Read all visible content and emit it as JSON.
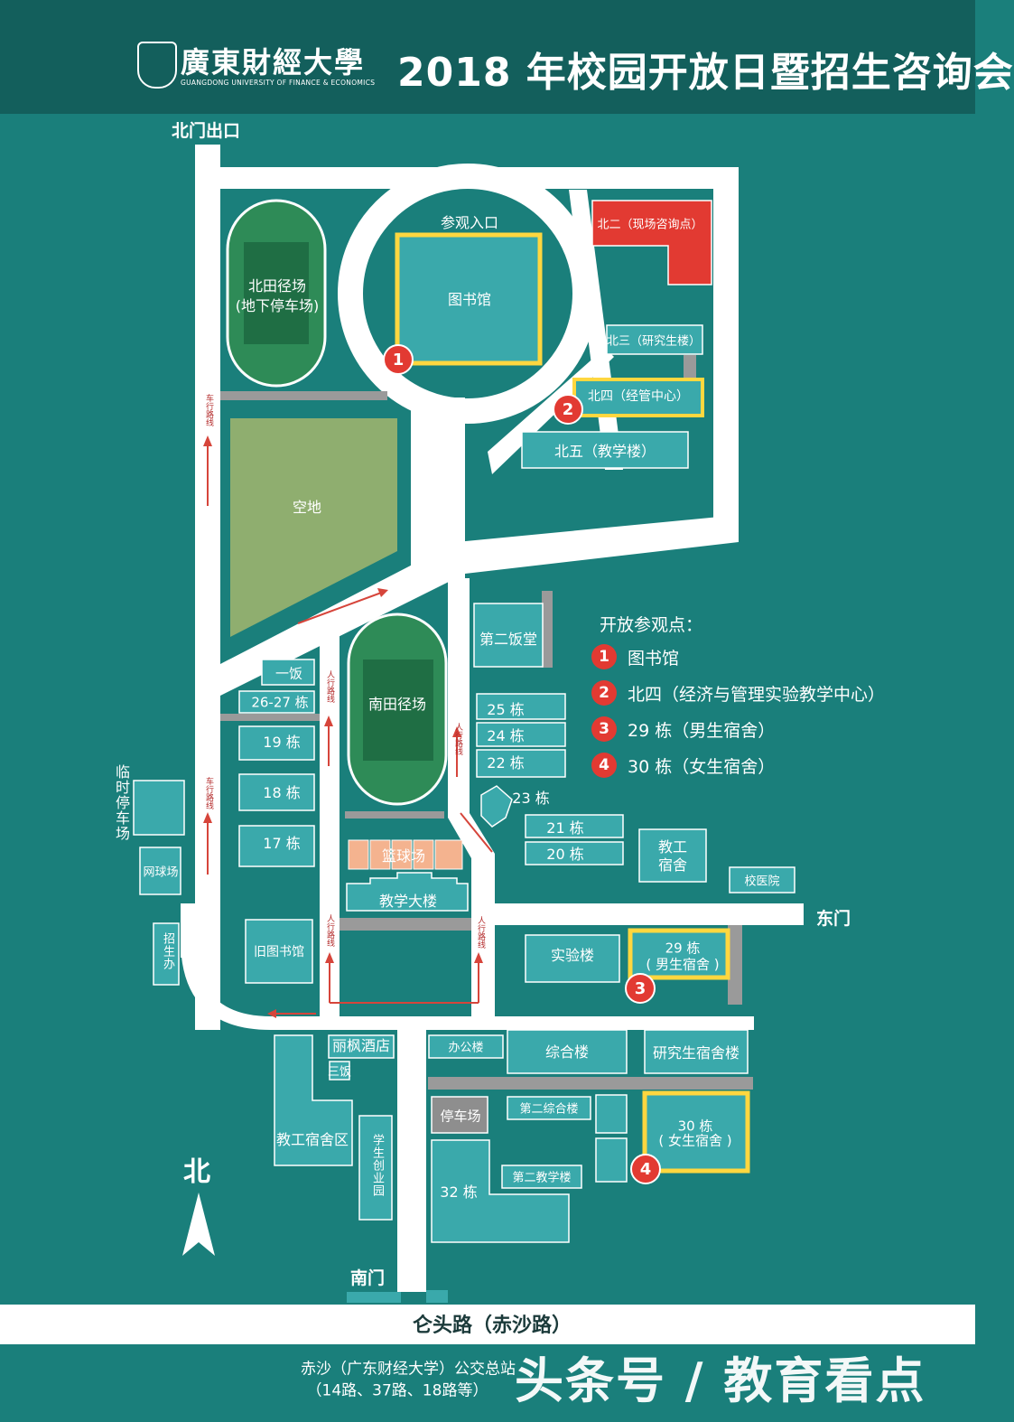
{
  "header": {
    "logo_cn": "廣東財經大學",
    "logo_en": "GUANGDONG UNIVERSITY OF FINANCE & ECONOMICS",
    "title": "2018 年校园开放日暨招生咨询会"
  },
  "gates": {
    "north_exit": "北门出口",
    "east": "东门",
    "south": "南门",
    "tour_entrance": "参观入口"
  },
  "buildings": {
    "beitian": "北田径场",
    "beitian_sub": "(地下停车场)",
    "library": "图书馆",
    "bei_er": "北二（现场咨询点）",
    "bei_san": "北三（研究生楼）",
    "bei_si": "北四（经管中心）",
    "bei_wu": "北五（教学楼）",
    "kongdi": "空地",
    "canteen2": "第二饭堂",
    "canteen1": "一饭",
    "b2627": "26-27 栋",
    "b19": "19 栋",
    "b18": "18 栋",
    "b17": "17 栋",
    "nantian": "南田径场",
    "b25": "25 栋",
    "b24": "24 栋",
    "b22": "22 栋",
    "b23": "23 栋",
    "b21": "21 栋",
    "b20": "20 栋",
    "staff_dorm": "教工宿舍",
    "clinic": "校医院",
    "basketball": "篮球场",
    "teaching": "教学大楼",
    "temp_parking": "临时停车场",
    "tennis": "网球场",
    "admission": "招生办",
    "old_library": "旧图书馆",
    "lab": "实验楼",
    "b29": "29 栋",
    "b29_sub": "( 男生宿舍 )",
    "hotel": "丽枫酒店",
    "canteen3": "三饭",
    "office": "办公楼",
    "complex": "综合楼",
    "grad_dorm": "研究生宿舍楼",
    "parking": "停车场",
    "complex2": "第二综合楼",
    "b30": "30 栋",
    "b30_sub": "( 女生宿舍 )",
    "staff_area": "教工宿舍区",
    "startup": "学生创业园",
    "b32": "32 栋",
    "teaching2": "第二教学楼"
  },
  "lanes": {
    "car": "车行路线",
    "walk": "人行路线"
  },
  "legend": {
    "title": "开放参观点：",
    "items": [
      {
        "num": "1",
        "label": "图书馆"
      },
      {
        "num": "2",
        "label": "北四（经济与管理实验教学中心）"
      },
      {
        "num": "3",
        "label": "29 栋（男生宿舍）"
      },
      {
        "num": "4",
        "label": "30 栋（女生宿舍）"
      }
    ]
  },
  "markers": [
    "1",
    "2",
    "3",
    "4"
  ],
  "north_label": "北",
  "road": "仑头路（赤沙路）",
  "bus": {
    "line1": "赤沙（广东财经大学）公交总站",
    "line2": "（14路、37路、18路等）"
  },
  "watermark": "头条号 / 教育看点",
  "colors": {
    "background": "#1a7f7b",
    "header": "#135f5c",
    "road": "#ffffff",
    "building": "#3aa9ab",
    "track": "#2e8b57",
    "highlight": "#ffd73f",
    "marker": "#e23a32"
  }
}
